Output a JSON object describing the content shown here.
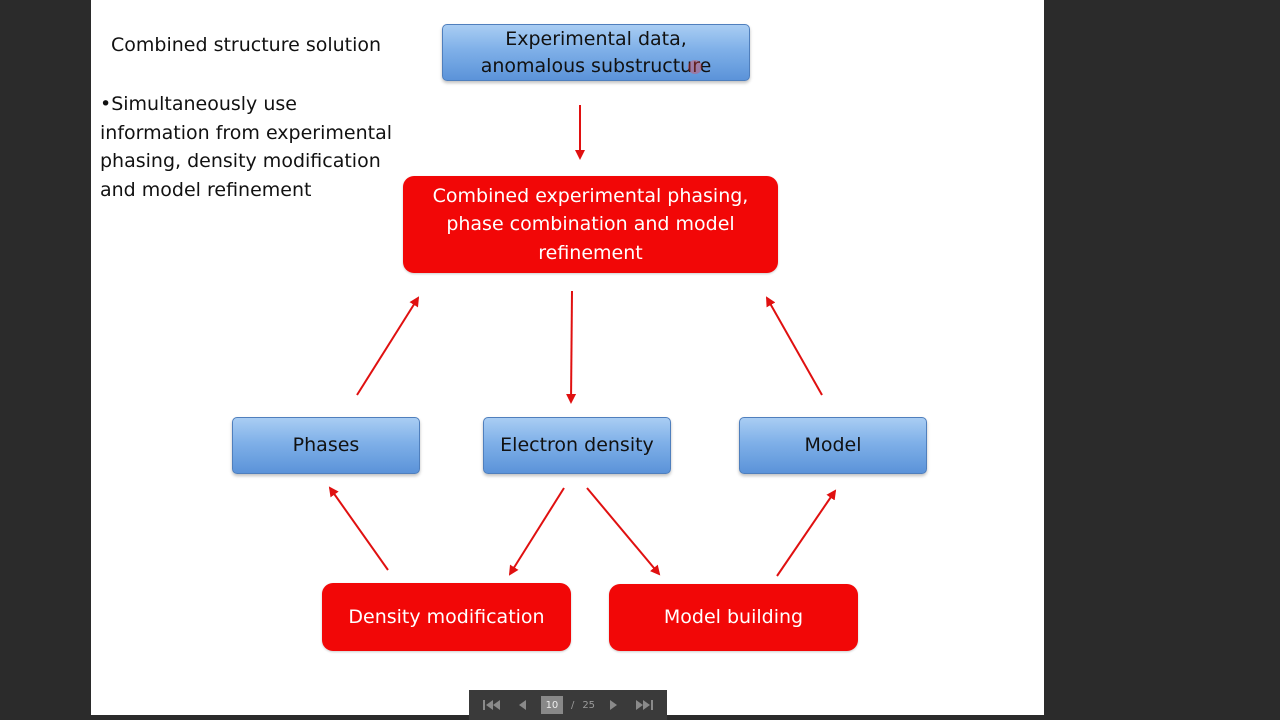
{
  "slide": {
    "title": "Combined structure solution",
    "bullet": "•Simultaneously use information from experimental phasing, density modification and model refinement"
  },
  "diagram": {
    "nodes": {
      "experimental_data": "Experimental data, anomalous substructure",
      "combined_phasing": "Combined experimental phasing, phase combination and model refinement",
      "phases": "Phases",
      "electron_density": "Electron density",
      "model": "Model",
      "density_modification": "Density modification",
      "model_building": "Model building"
    },
    "edges": [
      {
        "from": "experimental_data",
        "to": "combined_phasing"
      },
      {
        "from": "combined_phasing",
        "to": "electron_density"
      },
      {
        "from": "phases",
        "to": "combined_phasing"
      },
      {
        "from": "model",
        "to": "combined_phasing"
      },
      {
        "from": "electron_density",
        "to": "density_modification"
      },
      {
        "from": "electron_density",
        "to": "model_building"
      },
      {
        "from": "density_modification",
        "to": "phases"
      },
      {
        "from": "model_building",
        "to": "model"
      }
    ],
    "colors": {
      "process_red": "#f20707",
      "data_blue": "#6fa3e3",
      "arrow_red": "#e01010"
    }
  },
  "navigation": {
    "current_page": "10",
    "separator": "/",
    "total_pages": "25",
    "first_icon": "first-page-icon",
    "prev_icon": "previous-page-icon",
    "next_icon": "next-page-icon",
    "last_icon": "last-page-icon"
  }
}
